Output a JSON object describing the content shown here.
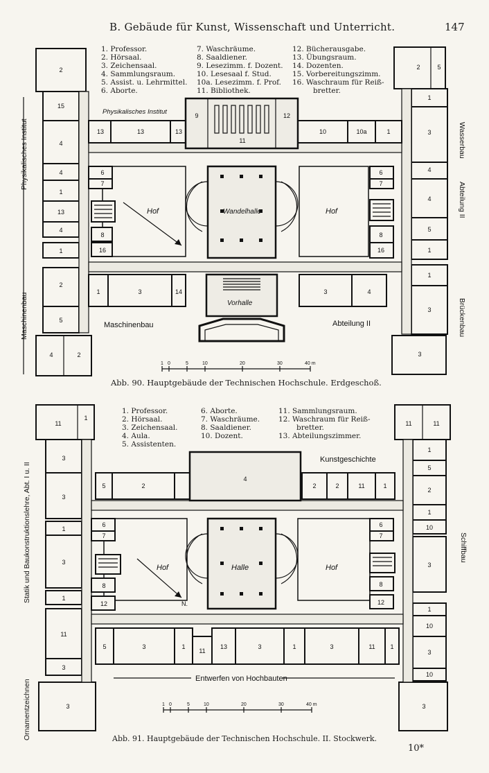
{
  "header": {
    "title": "B. Gebäude für Kunst, Wissenschaft und Unterricht.",
    "page_number": "147"
  },
  "plan1": {
    "legend": [
      "1. Professor.",
      "2. Hörsaal.",
      "3. Zeichensaal.",
      "4. Sammlungsraum.",
      "5. Assist. u. Lehrmittel.",
      "6. Aborte.",
      "7. Waschräume.",
      "8. Saaldiener.",
      "9. Lesezimm. f. Dozent.",
      "10. Lesesaal f. Stud.",
      "10a. Lesezimm. f. Prof.",
      "11. Bibliothek.",
      "12. Bücherausgabe.",
      "13. Übungsraum.",
      "14. Dozenten.",
      "15. Vorbereitungszimm.",
      "16. Waschraum für Reiß-",
      "bretter."
    ],
    "labels": {
      "left_vertical": "Physikalisches Institut",
      "left_vertical_lower": "Maschinenbau",
      "right_vertical_upper": "Wasserbau",
      "right_vertical_middle": "Abteilung II",
      "right_vertical_lower": "Brückenbau",
      "phys_institut": "Physikalisches Institut",
      "hof": "Hof",
      "wandelhalle": "Wandelhalle",
      "vorhalle": "Vorhalle",
      "maschinenbau": "Maschinenbau",
      "abteilung2": "Abteilung II"
    },
    "scale_ticks": [
      "1",
      "0",
      "5",
      "10",
      "20",
      "30",
      "40 m"
    ],
    "caption": "Abb. 90. Hauptgebäude der Technischen Hochschule. Erdgeschoß."
  },
  "plan2": {
    "legend": [
      "1. Professor.",
      "2. Hörsaal.",
      "3. Zeichensaal.",
      "4. Aula.",
      "5. Assistenten.",
      "6. Aborte.",
      "7. Waschräume.",
      "8. Saaldiener.",
      "10. Dozent.",
      "11. Sammlungsraum.",
      "12. Waschraum für Reiß-",
      "bretter.",
      "13. Abteilungszimmer."
    ],
    "labels": {
      "left_vertical": "Statik und Baukonstruktionslehre, Abt. I u. II",
      "left_vertical_lower": "Ornamentzeichnen",
      "right_vertical": "Schiffbau",
      "kunstgeschichte": "Kunstgeschichte",
      "hof": "Hof",
      "halle": "Halle",
      "entwerfen": "Entwerfen von Hochbauten",
      "north": "N."
    },
    "scale_ticks": [
      "1",
      "0",
      "5",
      "10",
      "20",
      "30",
      "40 m"
    ],
    "caption": "Abb. 91. Hauptgebäude der Technischen Hochschule. II. Stockwerk."
  },
  "signature": "10*"
}
